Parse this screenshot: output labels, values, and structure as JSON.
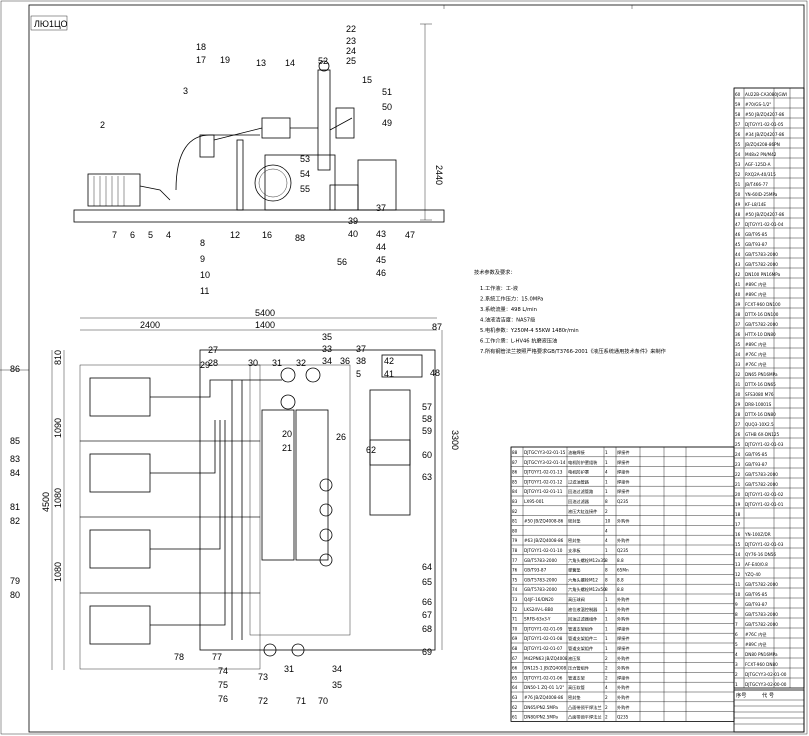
{
  "title_block": {
    "code": "ЛЮ1ЦО"
  },
  "dims": {
    "front_height": "2440",
    "plan_overall": "5400",
    "plan_left": "2400",
    "plan_right": "1400",
    "plan_height": "3300",
    "side_total": "4500",
    "side_a": "810",
    "side_b": "1090",
    "side_c": "1080",
    "side_d": "1080"
  },
  "tech": {
    "heading": "技术参数及要求：",
    "lines": [
      "1.工作液：工-液",
      "2.系统工作压力：15.0MPa",
      "3.系统流量：498 L/min",
      "4.油液清洁度：NAS7级",
      "5.电机参数：Y250M-4  55KW  1480r/min",
      "6.工作介质：L-HV46 抗磨液压油",
      "7.所有钢管法兰按照严格要求GB/T3766-2001《液压系统通用技术条件》来制作"
    ]
  },
  "front_labels": [
    "2",
    "3",
    "18",
    "17",
    "19",
    "13",
    "14",
    "52",
    "22",
    "23",
    "24",
    "25",
    "15",
    "51",
    "50",
    "49",
    "53",
    "54",
    "55",
    "12",
    "16",
    "88",
    "37",
    "39",
    "40",
    "43",
    "44",
    "47",
    "7",
    "6",
    "5",
    "4",
    "8",
    "9",
    "10",
    "11",
    "56",
    "45",
    "46"
  ],
  "plan_labels": [
    "86",
    "85",
    "83",
    "84",
    "81",
    "82",
    "79",
    "80",
    "29",
    "27",
    "28",
    "30",
    "31",
    "32",
    "35",
    "33",
    "34",
    "36",
    "37",
    "38",
    "5",
    "42",
    "41",
    "87",
    "48",
    "57",
    "58",
    "59",
    "60",
    "26",
    "20",
    "21",
    "62",
    "63",
    "64",
    "65",
    "66",
    "67",
    "68",
    "69",
    "78",
    "77",
    "74",
    "75",
    "76",
    "73",
    "72",
    "71",
    "70",
    "31",
    "34",
    "35"
  ],
  "bom_left": {
    "rows": [
      [
        "88",
        "DJTGCYY3-02-01-15",
        "油箱焊接",
        "1",
        "焊接件",
        "",
        "",
        ""
      ],
      [
        "87",
        "DJTGCYY3-02-01-14",
        "电机防护罩组装",
        "1",
        "焊接件",
        "",
        "",
        ""
      ],
      [
        "86",
        "DJTGYY1-02-01-13",
        "电机防护罩",
        "4",
        "焊接件",
        "",
        "",
        ""
      ],
      [
        "85",
        "DJTGYY1-02-01-12",
        "过滤油管路",
        "1",
        "焊接件",
        "",
        "",
        ""
      ],
      [
        "84",
        "DJTGYY1-02-01-11",
        "回油过滤管路",
        "1",
        "焊接件",
        "",
        "",
        ""
      ],
      [
        "83",
        "LX95-001",
        "回油过滤器",
        "8",
        "Q235",
        "",
        "",
        ""
      ],
      [
        "82",
        "",
        "液压大缸连接件",
        "2",
        "",
        "",
        "",
        ""
      ],
      [
        "81",
        "#50 JB/ZQ4008-86",
        "密封垫",
        "10",
        "外购件",
        "",
        "",
        ""
      ],
      [
        "80",
        "",
        "",
        "4",
        "",
        "",
        "",
        ""
      ],
      [
        "79",
        "#63 JB/ZQ4008-86",
        "密封垫",
        "4",
        "外购件",
        "",
        "",
        ""
      ],
      [
        "78",
        "DJTGYY1-02-01-10",
        "支承板",
        "1",
        "Q235",
        "",
        "",
        ""
      ],
      [
        "77",
        "GB/T5783-2000",
        "六角头螺栓M12x35",
        "8",
        "8.8",
        "",
        "",
        ""
      ],
      [
        "76",
        "GB/T93-87",
        "弹簧垫",
        "8",
        "65Mn",
        "",
        "",
        ""
      ],
      [
        "75",
        "GB/T5783-2000",
        "六角头螺栓M12",
        "8",
        "8.8",
        "",
        "",
        ""
      ],
      [
        "74",
        "GB/T5783-2000",
        "六角头螺栓M12x50",
        "8",
        "8.8",
        "",
        "",
        ""
      ],
      [
        "73",
        "Q4JF-16/DN20",
        "高压球阀",
        "1",
        "外购件",
        "",
        "",
        ""
      ],
      [
        "72",
        "LKS24V-L-BB0",
        "液位液温控制器",
        "1",
        "外购件",
        "",
        "",
        ""
      ],
      [
        "71",
        "SRFB-63x3-Y",
        "回油过滤器组件",
        "1",
        "外购件",
        "",
        "",
        ""
      ],
      [
        "70",
        "DJTGYY1-02-01-09",
        "管道支架组件",
        "1",
        "焊接件",
        "",
        "",
        ""
      ],
      [
        "69",
        "DJTGYY1-02-01-08",
        "管道支架组件二",
        "1",
        "焊接件",
        "",
        "",
        ""
      ],
      [
        "68",
        "DJTGYY1-02-01-07",
        "管道支架组件",
        "1",
        "焊接件",
        "",
        "",
        ""
      ],
      [
        "67",
        "M42PN63 JB/ZQ4008",
        "液压泵",
        "2",
        "外购件",
        "",
        "",
        ""
      ],
      [
        "66",
        "DN125-1 JB/ZQ4008",
        "压力管组件",
        "2",
        "外购件",
        "",
        "",
        ""
      ],
      [
        "65",
        "DJTGYY1-02-01-06",
        "管道支架",
        "2",
        "焊接件",
        "",
        "",
        ""
      ],
      [
        "64",
        "DN50-1 ZQ-01 1/2\"",
        "高压软管",
        "4",
        "外购件",
        "",
        "",
        ""
      ],
      [
        "63",
        "#76 JB/ZQ4008-86",
        "密封垫",
        "2",
        "外购件",
        "",
        "",
        ""
      ],
      [
        "62",
        "DN65/PN2.5MPa",
        "凸面带颈平焊法兰",
        "2",
        "外购件",
        "",
        "",
        ""
      ],
      [
        "61",
        "DN80/PN2.5MPa",
        "凸面带颈平焊法兰",
        "2",
        "Q235",
        "",
        "",
        ""
      ]
    ]
  },
  "bom_right": {
    "rows": [
      [
        "60",
        "AU22B-CA3080JGWI",
        "",
        "",
        "",
        "",
        ""
      ],
      [
        "59",
        "#70/GS-1/2\"",
        "",
        "",
        "",
        "",
        ""
      ],
      [
        "58",
        "#50 JB/ZQ4207-86",
        "",
        "",
        "",
        "",
        ""
      ],
      [
        "57",
        "DJTGYY1-02-01-05",
        "",
        "",
        "",
        "",
        ""
      ],
      [
        "56",
        "#34 JB/ZQ4207-86",
        "",
        "",
        "",
        "",
        ""
      ],
      [
        "55",
        "JB/ZQ4208-86PN",
        "",
        "",
        "",
        "",
        ""
      ],
      [
        "54",
        "M48x2 PN/M42",
        "",
        "",
        "",
        "",
        ""
      ],
      [
        "53",
        "AGF-125D-A",
        "",
        "",
        "",
        "",
        ""
      ],
      [
        "52",
        "RXQ2A-40/315",
        "",
        "",
        "",
        "",
        ""
      ],
      [
        "51",
        "JB/T466-77",
        "",
        "",
        "",
        "",
        ""
      ],
      [
        "50",
        "YN-60ID-25MPa",
        "",
        "",
        "",
        "",
        ""
      ],
      [
        "49",
        "KF-L8/14E",
        "",
        "",
        "",
        "",
        ""
      ],
      [
        "48",
        "#50 JB/ZQ4207-86",
        "",
        "",
        "",
        "",
        ""
      ],
      [
        "47",
        "DJTGYY1-02-01-04",
        "",
        "",
        "",
        "",
        ""
      ],
      [
        "46",
        "GB/T95-85",
        "",
        "",
        "",
        "",
        ""
      ],
      [
        "45",
        "GB/T93-87",
        "",
        "",
        "",
        "",
        ""
      ],
      [
        "44",
        "GB/T5783-2000",
        "",
        "",
        "",
        "",
        ""
      ],
      [
        "43",
        "GB/T5782-2000",
        "",
        "",
        "",
        "",
        ""
      ],
      [
        "42",
        "DN100 PN16MPa",
        "",
        "",
        "",
        "",
        ""
      ],
      [
        "41",
        "#89C 内径",
        "",
        "",
        "",
        "",
        ""
      ],
      [
        "40",
        "#89C 内径",
        "",
        "",
        "",
        "",
        ""
      ],
      [
        "39",
        "FCXT-960 DN100",
        "",
        "",
        "",
        "",
        ""
      ],
      [
        "38",
        "DTTX-16 DN100",
        "",
        "",
        "",
        "",
        ""
      ],
      [
        "37",
        "GB/T5782-2000",
        "",
        "",
        "",
        "",
        ""
      ],
      [
        "36",
        "HTTX-10 DN80",
        "",
        "",
        "",
        "",
        ""
      ],
      [
        "35",
        "#89C 内径",
        "",
        "",
        "",
        "",
        ""
      ],
      [
        "34",
        "#76C 内径",
        "",
        "",
        "",
        "",
        ""
      ],
      [
        "33",
        "#76C 内径",
        "",
        "",
        "",
        "",
        ""
      ],
      [
        "32",
        "DN65 PN16MPa",
        "",
        "",
        "",
        "",
        ""
      ],
      [
        "31",
        "DTTX-16 DN65",
        "",
        "",
        "",
        "",
        ""
      ],
      [
        "30",
        "SFS3080 M76",
        "",
        "",
        "",
        "",
        ""
      ],
      [
        "29",
        "DR8-10001S",
        "",
        "",
        "",
        "",
        ""
      ],
      [
        "28",
        "DTTX-16 DN80",
        "",
        "",
        "",
        "",
        ""
      ],
      [
        "27",
        "QUQ3-10X2.5",
        "",
        "",
        "",
        "",
        ""
      ],
      [
        "26",
        "GTHB 6X-DN125",
        "",
        "",
        "",
        "",
        ""
      ],
      [
        "25",
        "DJTGYY1-02-01-03",
        "",
        "",
        "",
        "",
        ""
      ],
      [
        "24",
        "GB/T95-85",
        "",
        "",
        "",
        "",
        ""
      ],
      [
        "23",
        "GB/T93-87",
        "",
        "",
        "",
        "",
        ""
      ],
      [
        "22",
        "GB/T5783-2000",
        "",
        "",
        "",
        "",
        ""
      ],
      [
        "21",
        "GB/T5782-2000",
        "",
        "",
        "",
        "",
        ""
      ],
      [
        "20",
        "DJTGYY1-02-01-02",
        "",
        "",
        "",
        "",
        ""
      ],
      [
        "19",
        "DJTGYY1-02-01-01",
        "",
        "",
        "",
        "",
        ""
      ],
      [
        "18",
        "",
        "",
        "",
        "",
        "",
        ""
      ],
      [
        "17",
        "",
        "",
        "",
        "",
        "",
        ""
      ],
      [
        "16",
        "YN-100Z/DR",
        "",
        "",
        "",
        "",
        ""
      ],
      [
        "15",
        "DJTGYY1-02-01-03",
        "",
        "",
        "",
        "",
        ""
      ],
      [
        "14",
        "QY76-16 DN56",
        "",
        "",
        "",
        "",
        ""
      ],
      [
        "13",
        "AF-E40/0.8",
        "",
        "",
        "",
        "",
        ""
      ],
      [
        "12",
        "YZQ-40",
        "",
        "",
        "",
        "",
        ""
      ],
      [
        "11",
        "GB/T5782-2000",
        "",
        "",
        "",
        "",
        ""
      ],
      [
        "10",
        "GB/T95-85",
        "",
        "",
        "",
        "",
        ""
      ],
      [
        "9",
        "GB/T93-87",
        "",
        "",
        "",
        "",
        ""
      ],
      [
        "8",
        "GB/T5783-2000",
        "",
        "",
        "",
        "",
        ""
      ],
      [
        "7",
        "GB/T5782-2000",
        "",
        "",
        "",
        "",
        ""
      ],
      [
        "6",
        "#76C 内径",
        "",
        "",
        "",
        "",
        ""
      ],
      [
        "5",
        "#89C 内径",
        "",
        "",
        "",
        "",
        ""
      ],
      [
        "4",
        "DN80 PN16MPa",
        "",
        "",
        "",
        "",
        ""
      ],
      [
        "3",
        "FCXT-960 DN80",
        "",
        "",
        "",
        "",
        ""
      ],
      [
        "2",
        "DJTGCYY3-02-01-00",
        "",
        "",
        "",
        "",
        ""
      ],
      [
        "1",
        "DJTGCYY3-02-00-00",
        "",
        "",
        "",
        "",
        ""
      ]
    ],
    "footer": [
      "序号",
      "代 号"
    ]
  }
}
